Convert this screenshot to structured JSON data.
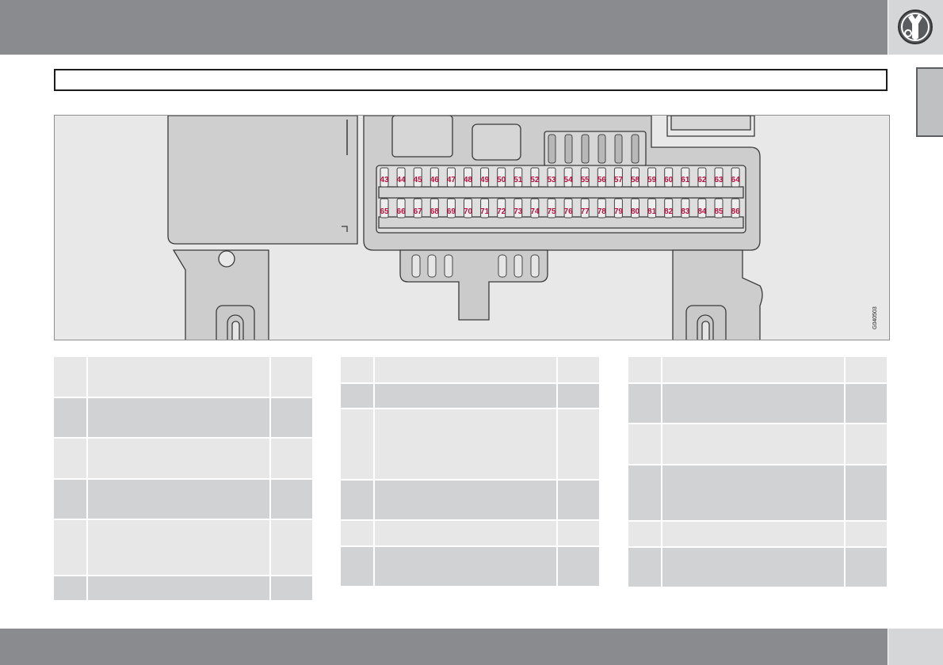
{
  "icon": "wrench-gear-icon",
  "fuse_numbers_top": [
    "43",
    "44",
    "45",
    "46",
    "47",
    "48",
    "49",
    "50",
    "51",
    "52",
    "53",
    "54",
    "55",
    "56",
    "57",
    "58",
    "59",
    "60",
    "61",
    "62",
    "63",
    "64"
  ],
  "fuse_numbers_bottom": [
    "65",
    "66",
    "67",
    "68",
    "69",
    "70",
    "71",
    "72",
    "73",
    "74",
    "75",
    "76",
    "77",
    "78",
    "79",
    "80",
    "81",
    "82",
    "83",
    "84",
    "85",
    "86"
  ],
  "figure_code": "G040503",
  "colors": {
    "bar": "#8a8b8f",
    "fuse_label": "#b4123f",
    "row_dark": "#d1d2d4",
    "row_light": "#e7e7e8"
  }
}
